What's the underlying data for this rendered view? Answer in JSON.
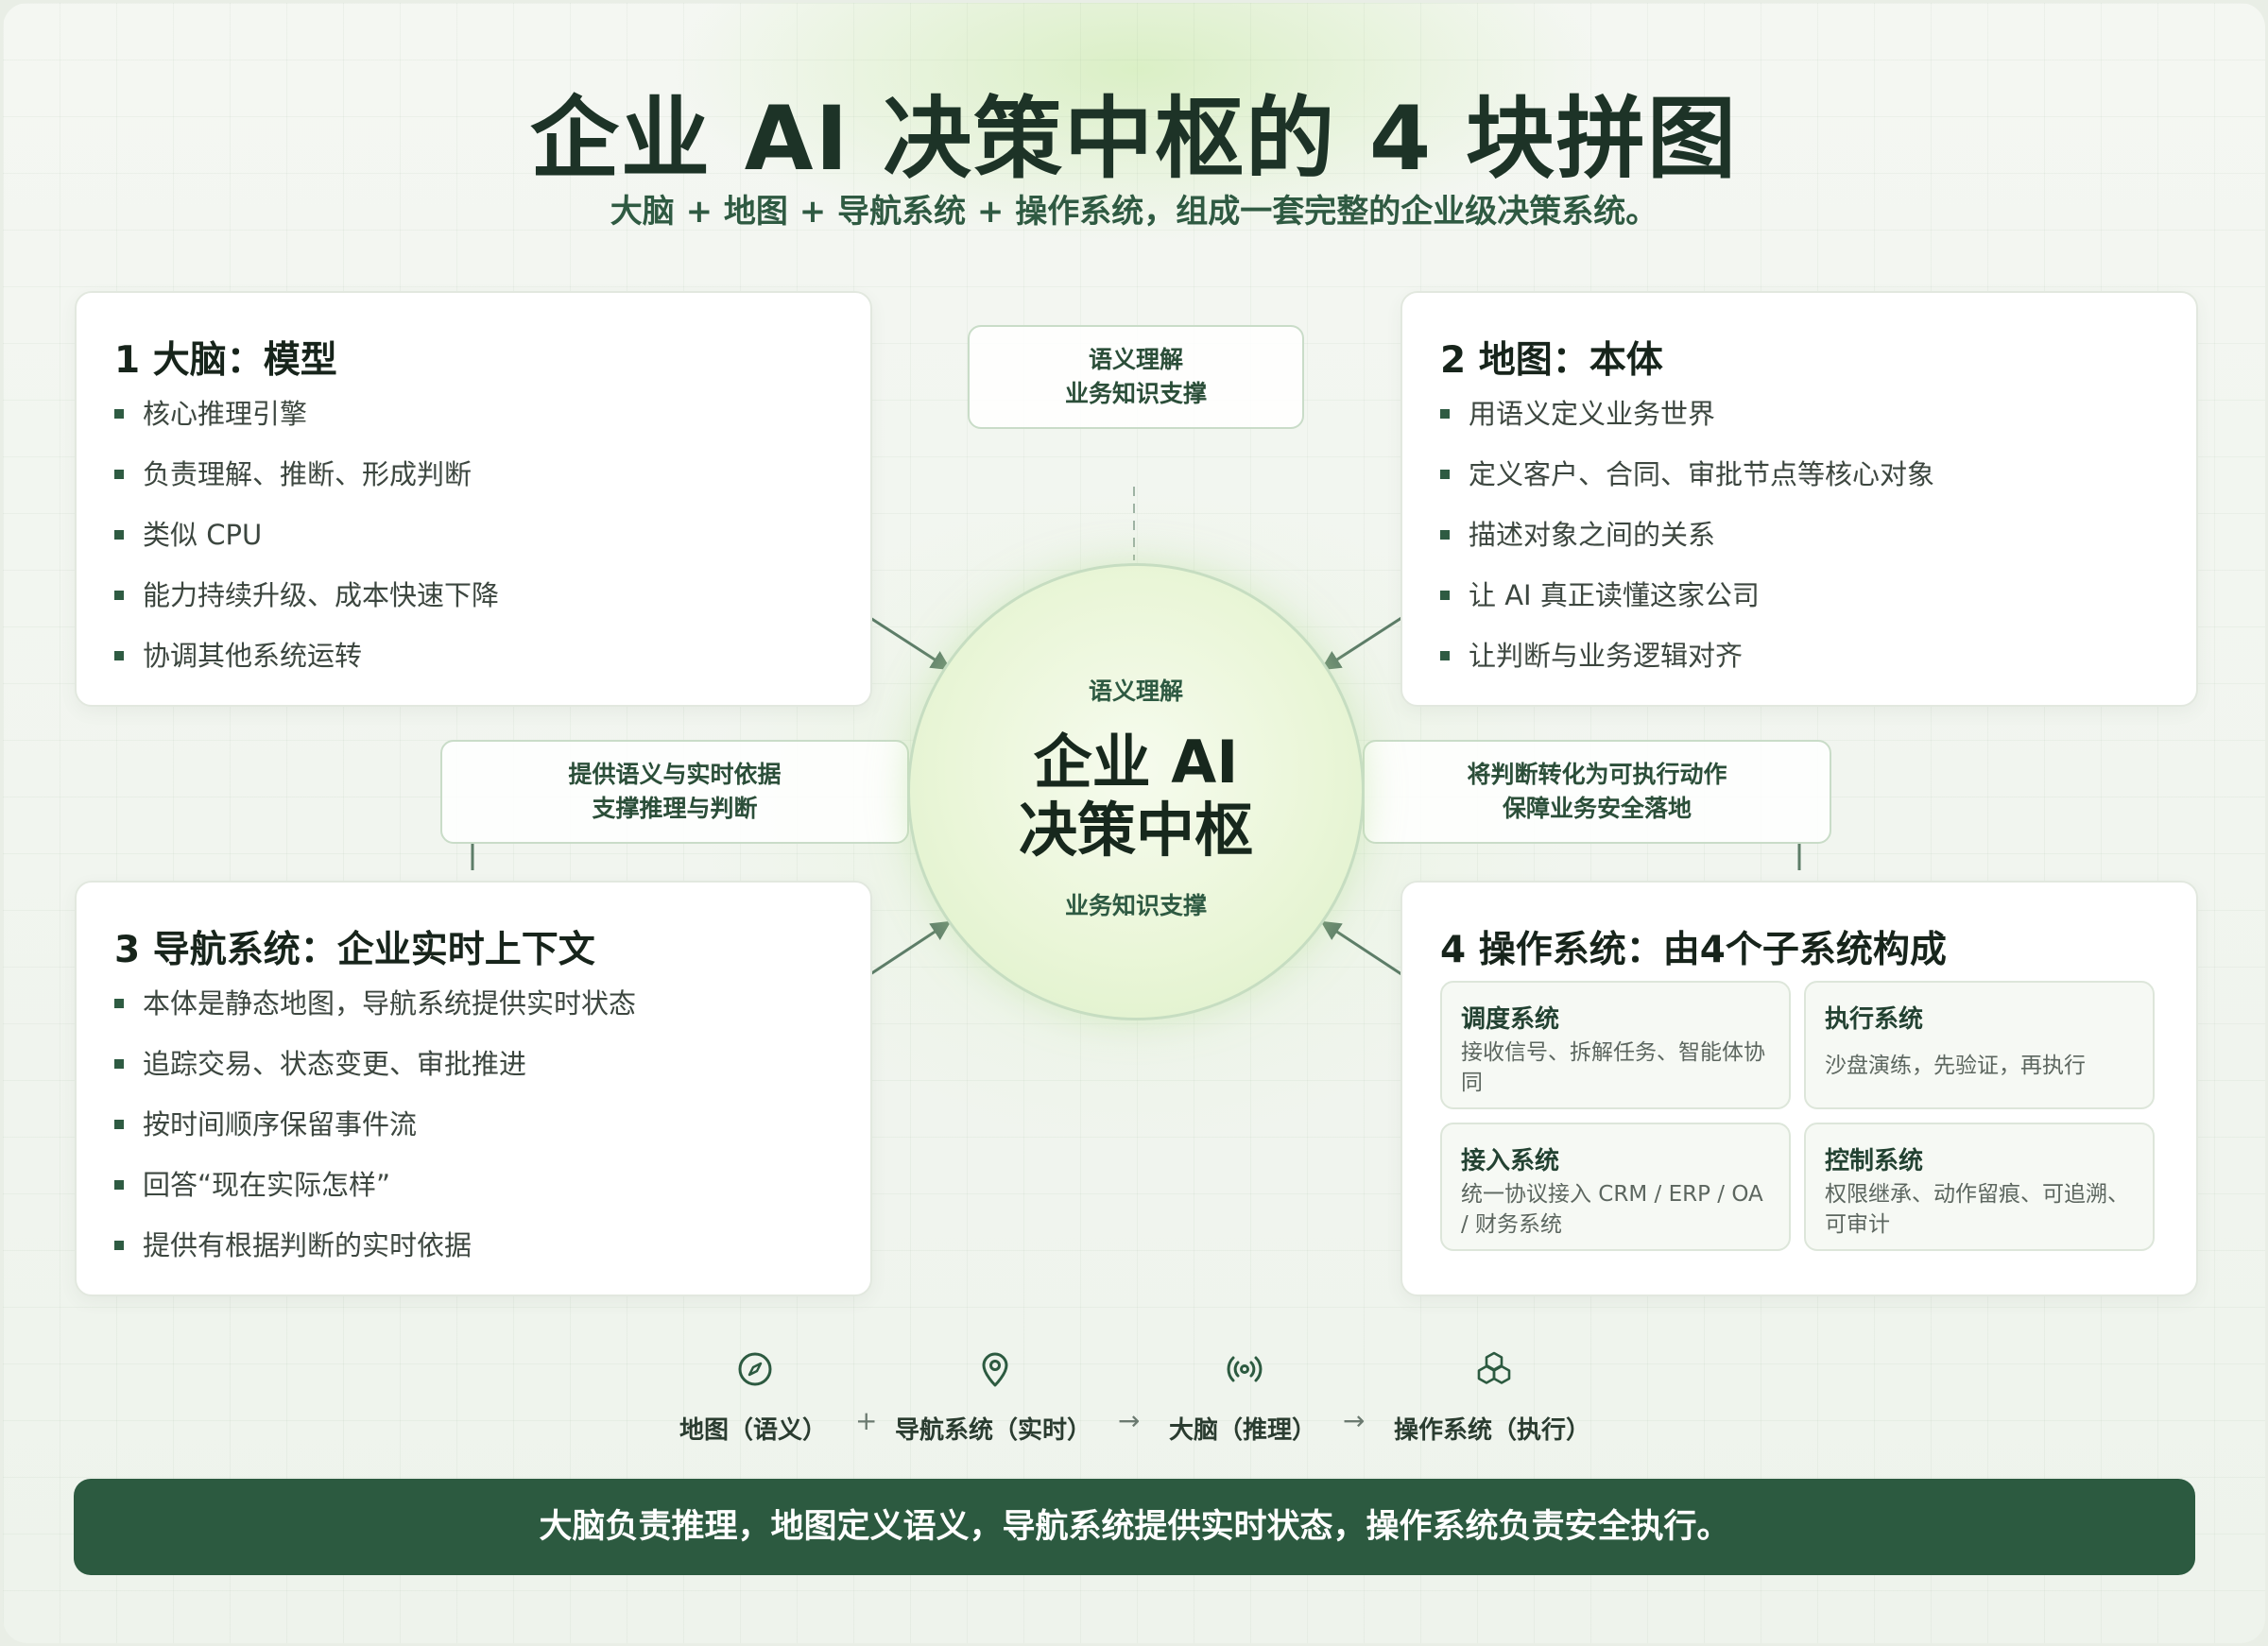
{
  "header": {
    "title": "企业 AI 决策中枢的 4 块拼图",
    "subtitle": "大脑 + 地图 + 导航系统 + 操作系统，组成一套完整的企业级决策系统。"
  },
  "hub": {
    "top_label": "语义理解",
    "title_line1": "企业 AI",
    "title_line2": "决策中枢",
    "bottom_label": "业务知识支撑"
  },
  "connectors": {
    "top": [
      "语义理解",
      "业务知识支撑"
    ],
    "left": [
      "提供语义与实时依据",
      "支撑推理与判断"
    ],
    "right": [
      "将判断转化为可执行动作",
      "保障业务安全落地"
    ]
  },
  "cards": {
    "brain": {
      "title": "1 大脑：模型",
      "items": [
        "核心推理引擎",
        "负责理解、推断、形成判断",
        "类似 CPU",
        "能力持续升级、成本快速下降",
        "协调其他系统运转"
      ]
    },
    "map": {
      "title": "2 地图：本体",
      "items": [
        "用语义定义业务世界",
        "定义客户、合同、审批节点等核心对象",
        "描述对象之间的关系",
        "让 AI 真正读懂这家公司",
        "让判断与业务逻辑对齐"
      ]
    },
    "nav": {
      "title": "3 导航系统：企业实时上下文",
      "items": [
        "本体是静态地图，导航系统提供实时状态",
        "追踪交易、状态变更、审批推进",
        "按时间顺序保留事件流",
        "回答“现在实际怎样”",
        "提供有根据判断的实时依据"
      ]
    },
    "os": {
      "title": "4 操作系统：由4个子系统构成",
      "subsystems": [
        {
          "title": "调度系统",
          "desc": "接收信号、拆解任务、智能体协同"
        },
        {
          "title": "执行系统",
          "desc": "沙盘演练，先验证，再执行"
        },
        {
          "title": "接入系统",
          "desc": "统一协议接入 CRM / ERP / OA / 财务系统"
        },
        {
          "title": "控制系统",
          "desc": "权限继承、动作留痕、可追溯、可审计"
        }
      ]
    }
  },
  "flow": {
    "steps": [
      {
        "label": "地图（语义）",
        "icon": "compass-icon"
      },
      {
        "label": "导航系统（实时）",
        "icon": "map-pin-icon"
      },
      {
        "label": "大脑（推理）",
        "icon": "broadcast-icon"
      },
      {
        "label": "操作系统（执行）",
        "icon": "cubes-icon"
      }
    ],
    "operators": [
      "+",
      "→",
      "→"
    ]
  },
  "footer": {
    "banner": "大脑负责推理，地图定义语义，导航系统提供实时状态，操作系统负责安全执行。"
  },
  "colors": {
    "primary": "#2c5a40",
    "title": "#1d3327",
    "accent_light": "#eaf6d8"
  }
}
